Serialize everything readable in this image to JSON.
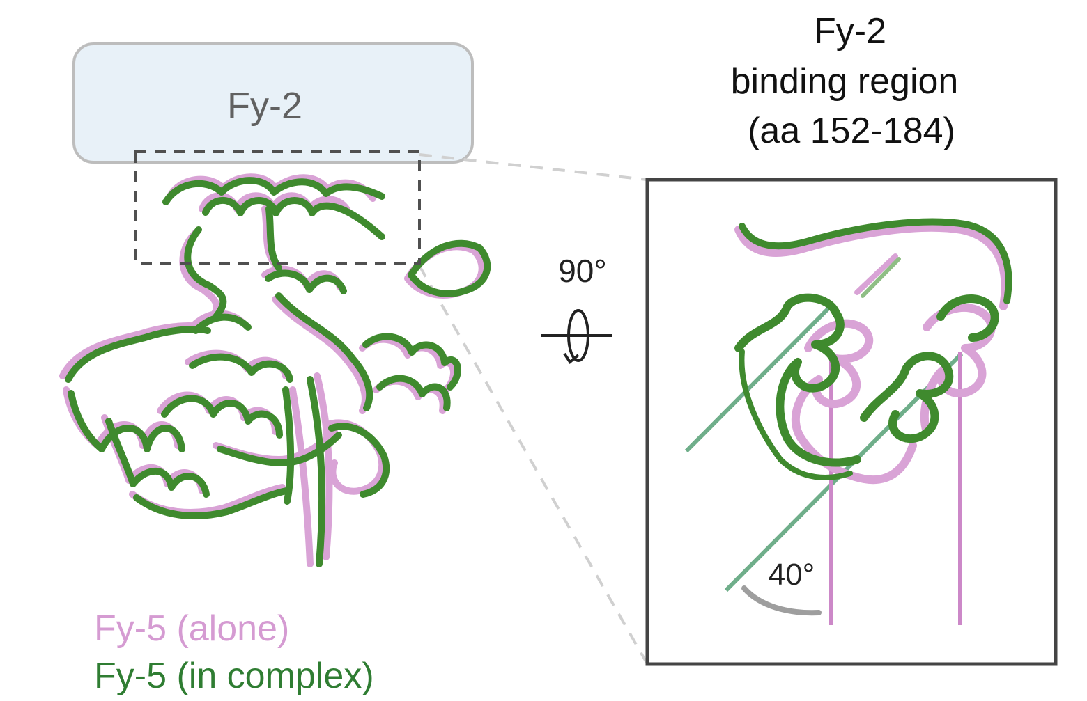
{
  "partner_box": {
    "label": "Fy-2"
  },
  "inset_title": {
    "line1": "Fy-2",
    "line2": "binding region",
    "line3": "(aa 152-184)"
  },
  "rotation": {
    "angle_label": "90°"
  },
  "inset": {
    "angle_label": "40°"
  },
  "legend": [
    {
      "label": "Fy-5 (alone)",
      "color": "#d59bd2"
    },
    {
      "label": "Fy-5 (in complex)",
      "color": "#2f7d32"
    }
  ],
  "colors": {
    "alone": "#d9a3d6",
    "complex": "#3f8a2e",
    "complex_axis": "#6fae8a",
    "alone_axis": "#cc88c8",
    "box_fill": "#e8f1f8",
    "angle_arc": "#9e9e9e"
  }
}
